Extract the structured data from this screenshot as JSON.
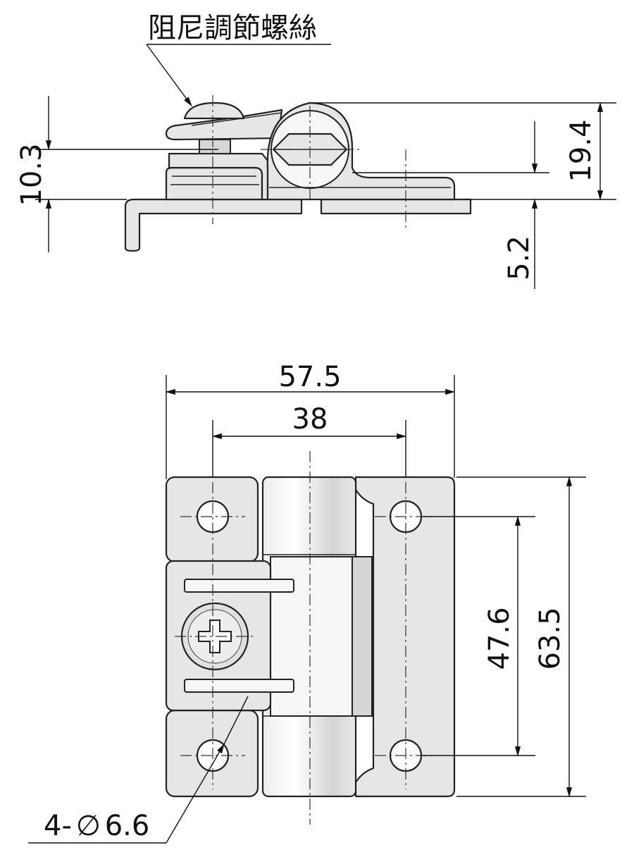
{
  "annotation": {
    "damping_screw_label": "阻尼調節螺絲"
  },
  "side_view": {
    "dim_height_total": "19.4",
    "dim_pin_height": "10.3",
    "dim_offset": "5.2"
  },
  "top_view": {
    "dim_width_total": "57.5",
    "dim_hole_spacing_x": "38",
    "dim_hole_spacing_y": "47.6",
    "dim_height_total": "63.5",
    "hole_callout_prefix": "4-",
    "hole_callout_symbol": "∅",
    "hole_callout_value": "6.6"
  }
}
